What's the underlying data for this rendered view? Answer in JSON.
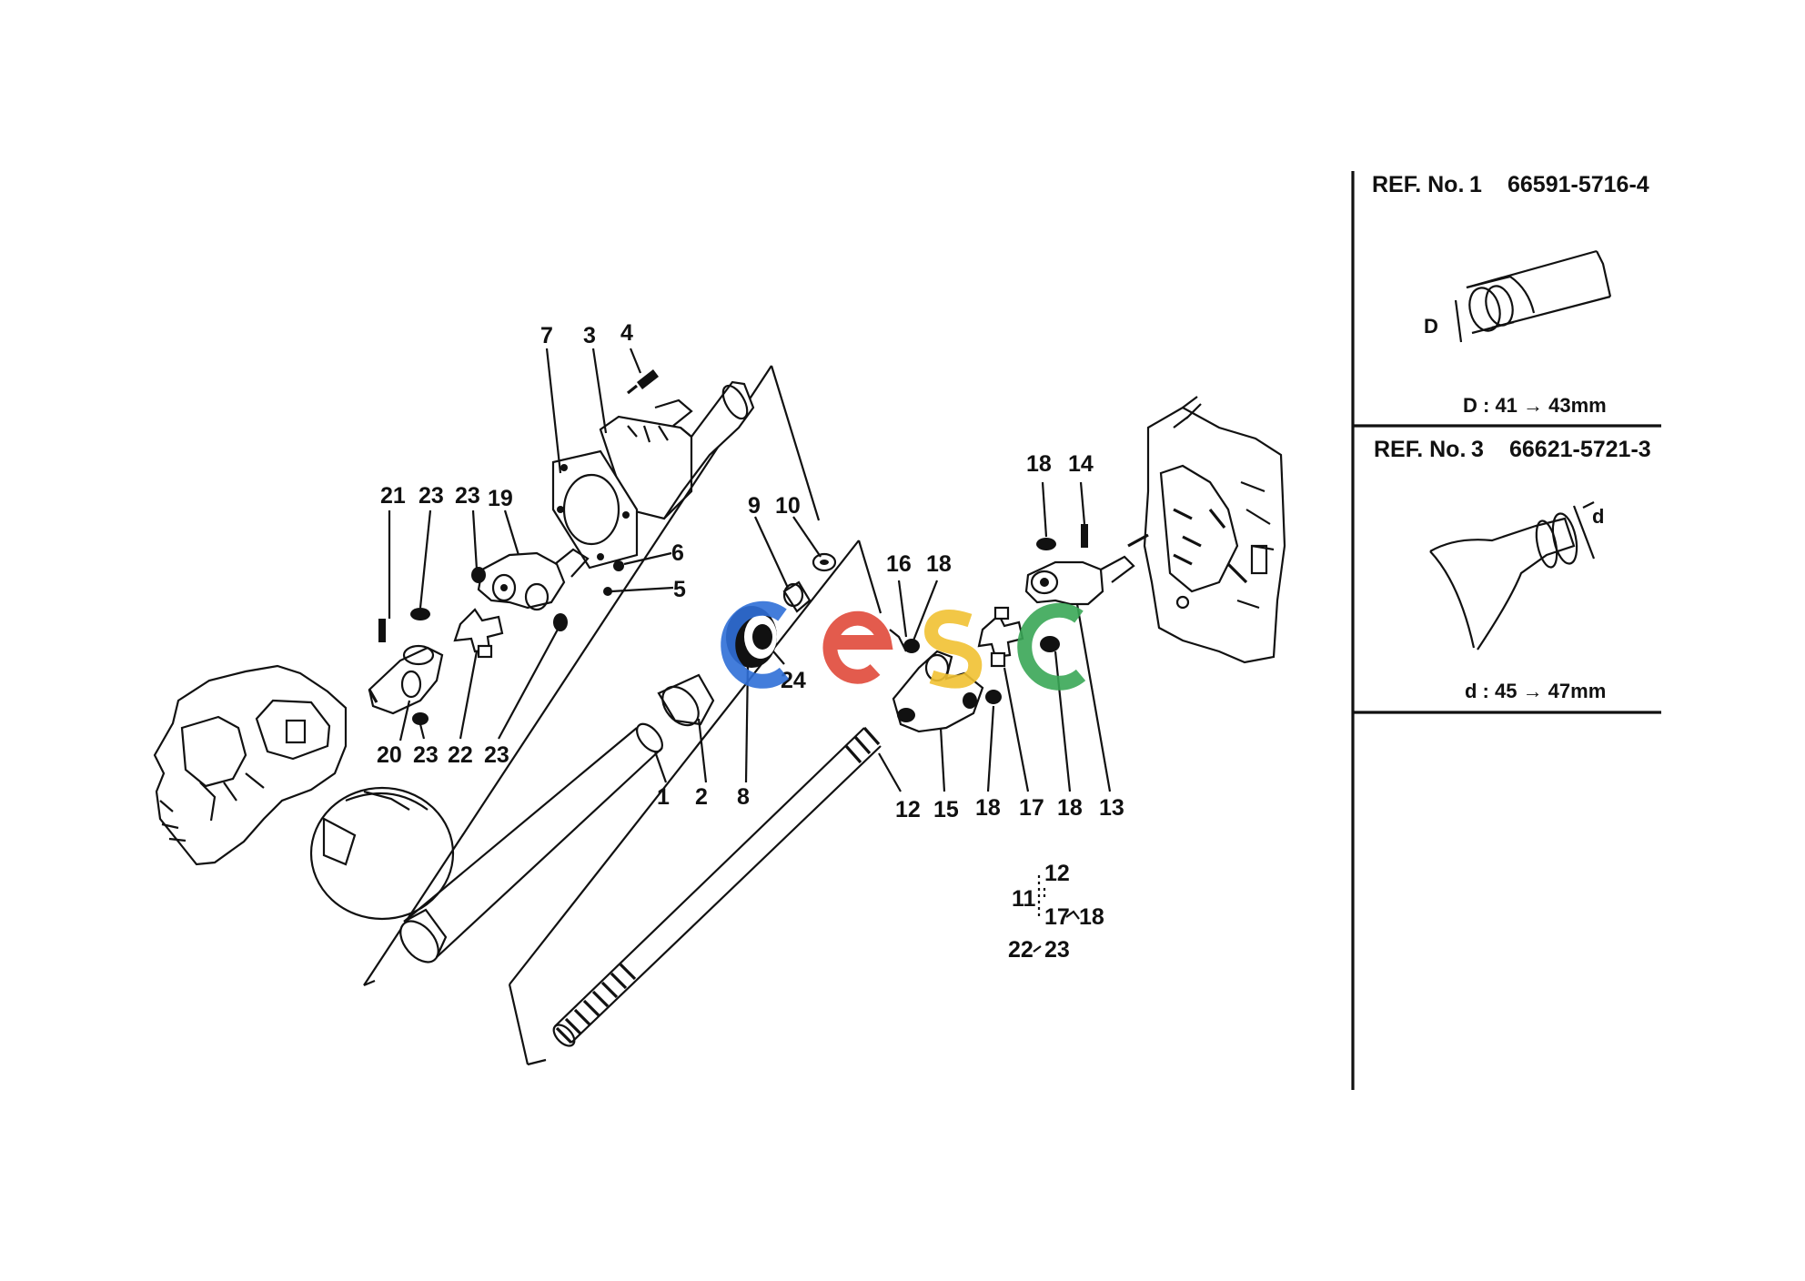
{
  "callouts": [
    {
      "id": "c4",
      "text": "4"
    },
    {
      "id": "c7",
      "text": "7"
    },
    {
      "id": "c3",
      "text": "3"
    },
    {
      "id": "c6",
      "text": "6"
    },
    {
      "id": "c5",
      "text": "5"
    },
    {
      "id": "c21",
      "text": "21"
    },
    {
      "id": "c23a",
      "text": "23"
    },
    {
      "id": "c23b",
      "text": "23"
    },
    {
      "id": "c19",
      "text": "19"
    },
    {
      "id": "c20",
      "text": "20"
    },
    {
      "id": "c23c",
      "text": "23"
    },
    {
      "id": "c22",
      "text": "22"
    },
    {
      "id": "c23d",
      "text": "23"
    },
    {
      "id": "c9",
      "text": "9"
    },
    {
      "id": "c10",
      "text": "10"
    },
    {
      "id": "c24",
      "text": "24"
    },
    {
      "id": "c1",
      "text": "1"
    },
    {
      "id": "c2",
      "text": "2"
    },
    {
      "id": "c8",
      "text": "8"
    },
    {
      "id": "c16",
      "text": "16"
    },
    {
      "id": "c18a",
      "text": "18"
    },
    {
      "id": "c18b",
      "text": "18"
    },
    {
      "id": "c14",
      "text": "14"
    },
    {
      "id": "c12",
      "text": "12"
    },
    {
      "id": "c15",
      "text": "15"
    },
    {
      "id": "c18c",
      "text": "18"
    },
    {
      "id": "c17",
      "text": "17"
    },
    {
      "id": "c18d",
      "text": "18"
    },
    {
      "id": "c13",
      "text": "13"
    }
  ],
  "assembly_note": {
    "line1_right": "12",
    "line2_left": "11",
    "line3_right": "17",
    "line3_right2": "18",
    "line4_left": "22",
    "line4_right": "23"
  },
  "ref_panels": [
    {
      "title": "REF. No.",
      "ref_no": "1",
      "part_no": "66591-5716-4",
      "dim_letter": "D",
      "spec": "D : 41 → 43mm"
    },
    {
      "title": "REF. No.",
      "ref_no": "3",
      "part_no": "66621-5721-3",
      "dim_letter": "d",
      "spec": "d : 45 → 47mm"
    }
  ],
  "watermark": {
    "letters": [
      "C",
      "e",
      "s",
      "c"
    ],
    "colors": [
      "#2f6fd8",
      "#e04a3a",
      "#f1c232",
      "#3aa757"
    ]
  }
}
